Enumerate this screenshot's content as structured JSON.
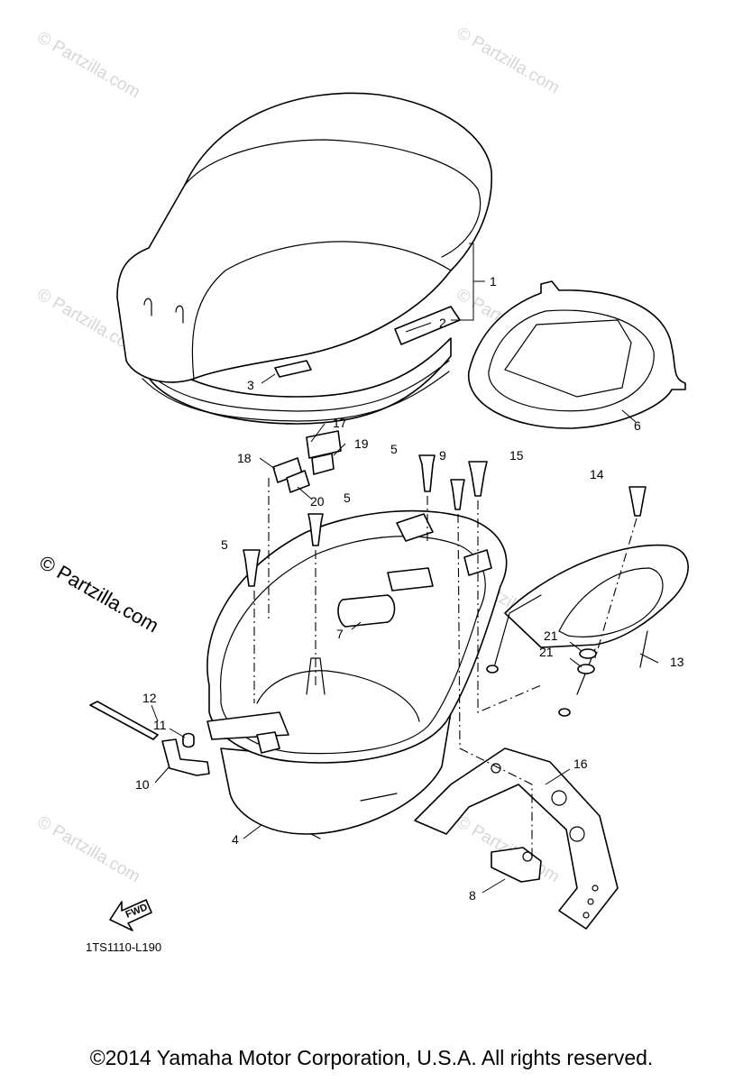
{
  "watermark": "© Partzilla.com",
  "logo": "© Partzilla.com",
  "diagram_code": "1TS1110-L190",
  "fwd_label": "FWD",
  "copyright": "©2014 Yamaha Motor Corporation, U.S.A. All rights reserved.",
  "callouts": {
    "c1": "1",
    "c2": "2",
    "c3": "3",
    "c4": "4",
    "c5a": "5",
    "c5b": "5",
    "c5c": "5",
    "c6": "6",
    "c7": "7",
    "c8": "8",
    "c9": "9",
    "c10": "10",
    "c11": "11",
    "c12": "12",
    "c13": "13",
    "c14": "14",
    "c15": "15",
    "c16": "16",
    "c17": "17",
    "c18": "18",
    "c19": "19",
    "c20": "20",
    "c21a": "21",
    "c21b": "21"
  }
}
